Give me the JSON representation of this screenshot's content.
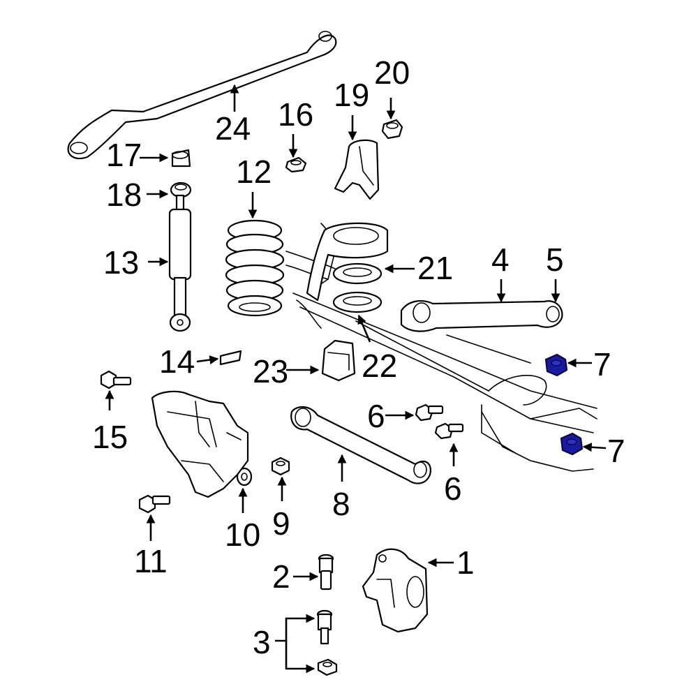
{
  "highlight_color": "#1a1aa0",
  "callouts": [
    {
      "id": "c1",
      "text": "1"
    },
    {
      "id": "c2",
      "text": "2"
    },
    {
      "id": "c3",
      "text": "3"
    },
    {
      "id": "c4",
      "text": "4"
    },
    {
      "id": "c5",
      "text": "5"
    },
    {
      "id": "c6a",
      "text": "6"
    },
    {
      "id": "c6b",
      "text": "6"
    },
    {
      "id": "c7a",
      "text": "7"
    },
    {
      "id": "c7b",
      "text": "7"
    },
    {
      "id": "c8",
      "text": "8"
    },
    {
      "id": "c9",
      "text": "9"
    },
    {
      "id": "c10",
      "text": "10"
    },
    {
      "id": "c11",
      "text": "11"
    },
    {
      "id": "c12",
      "text": "12"
    },
    {
      "id": "c13",
      "text": "13"
    },
    {
      "id": "c14",
      "text": "14"
    },
    {
      "id": "c15",
      "text": "15"
    },
    {
      "id": "c16",
      "text": "16"
    },
    {
      "id": "c17",
      "text": "17"
    },
    {
      "id": "c18",
      "text": "18"
    },
    {
      "id": "c19",
      "text": "19"
    },
    {
      "id": "c20",
      "text": "20"
    },
    {
      "id": "c21",
      "text": "21"
    },
    {
      "id": "c22",
      "text": "22"
    },
    {
      "id": "c23",
      "text": "23"
    },
    {
      "id": "c24",
      "text": "24"
    }
  ]
}
